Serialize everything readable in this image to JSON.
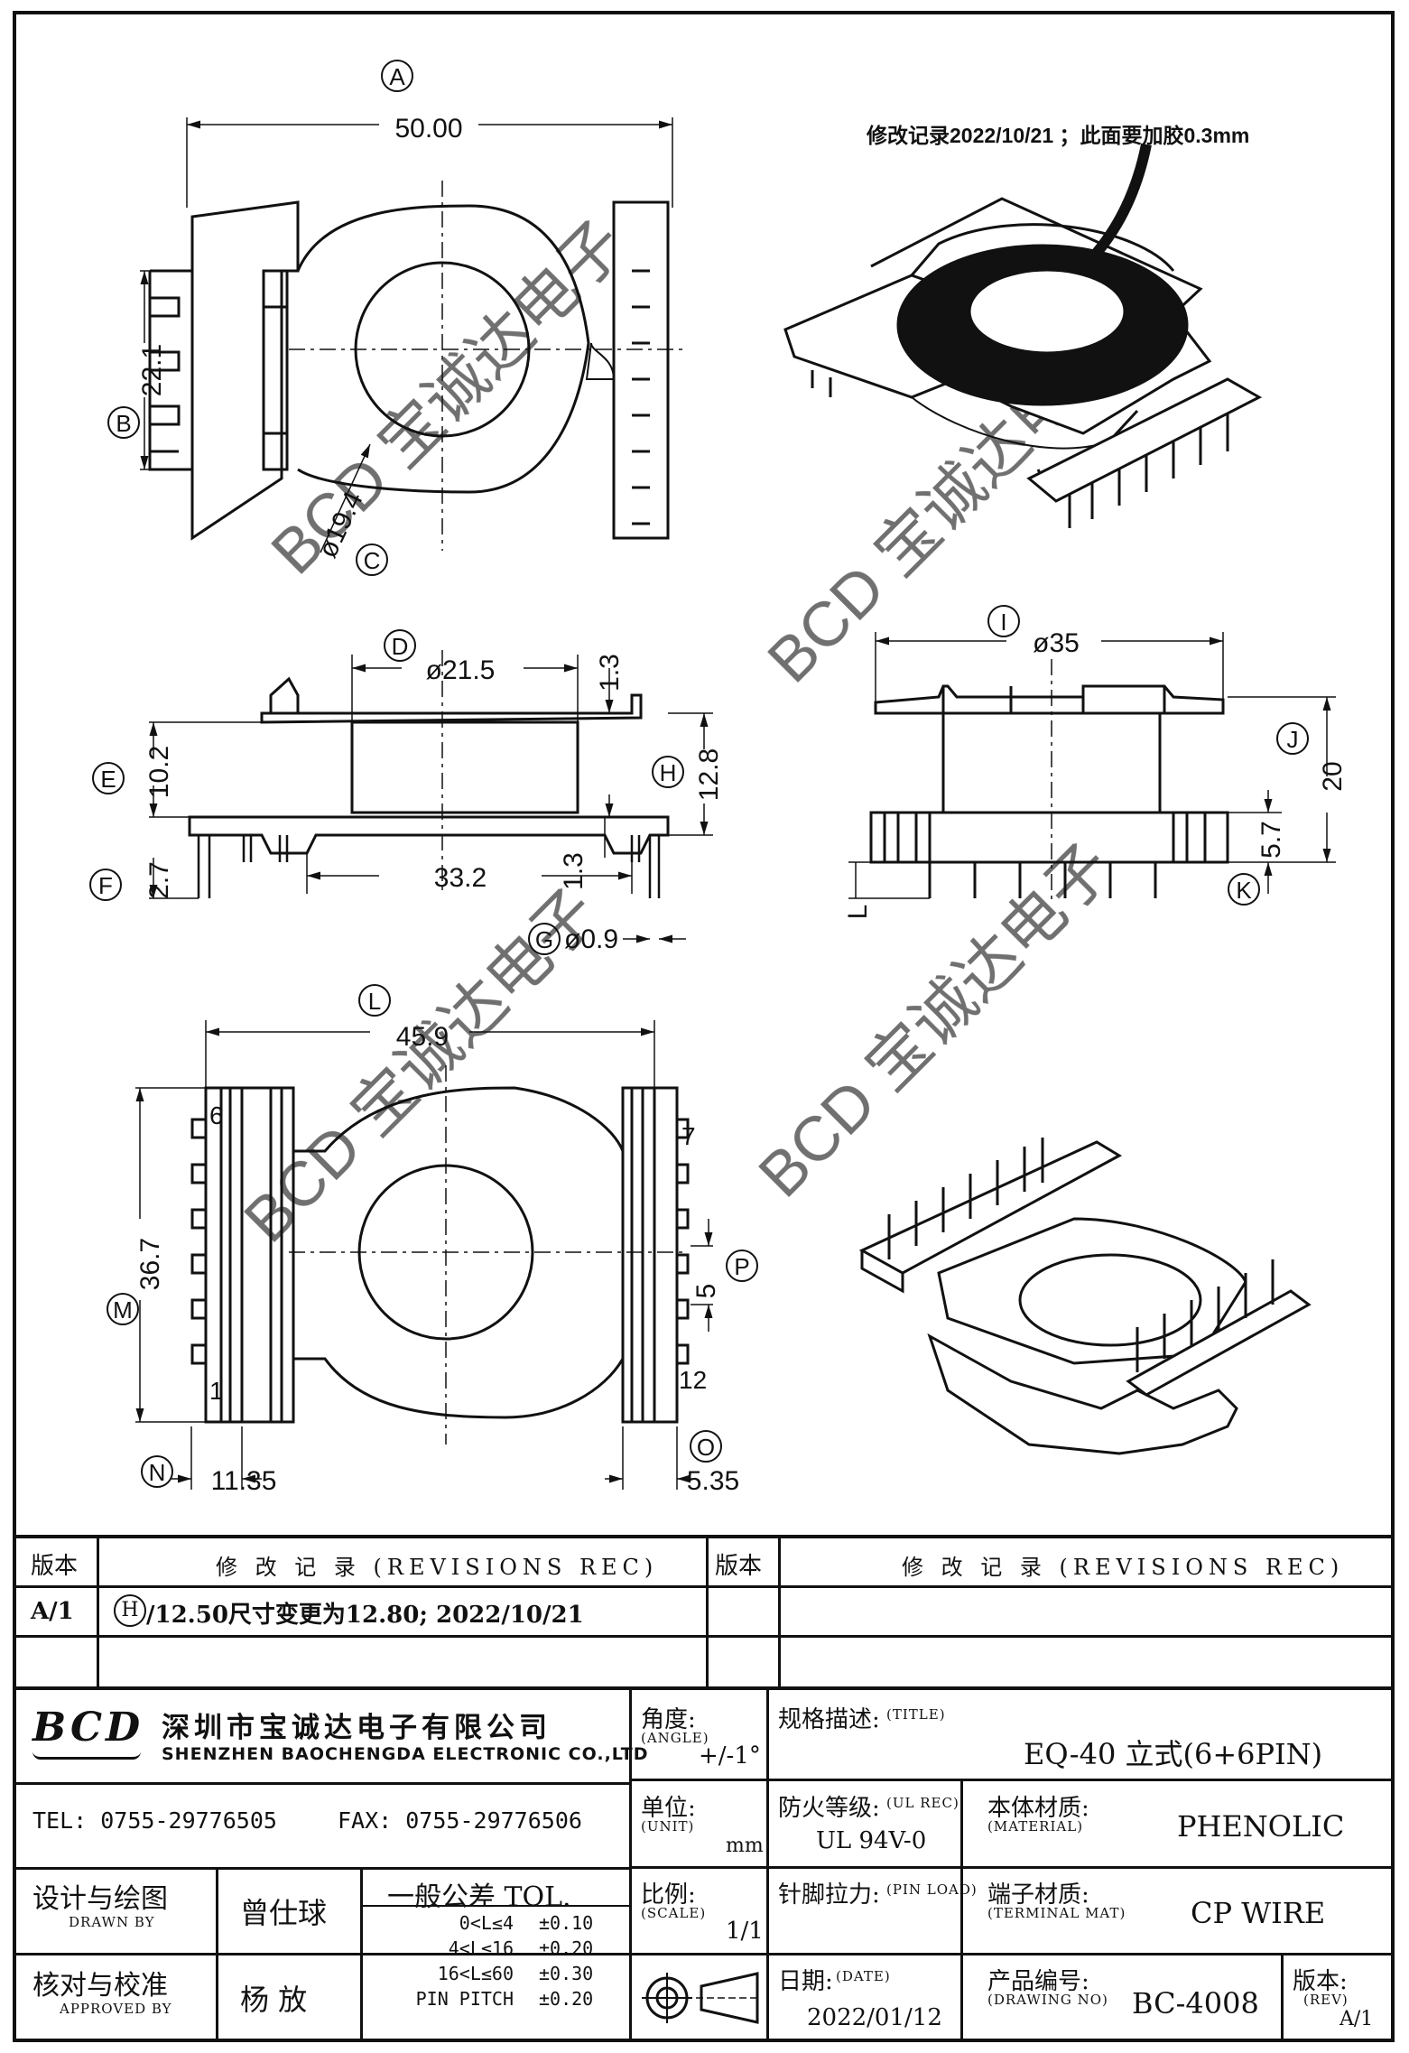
{
  "drawing": {
    "note": "修改记录2022/10/21 ；此面要加胶0.3mm",
    "watermark_text": "BCD 宝诚达电子",
    "dims": {
      "A": {
        "tag": "A",
        "value": "50.00"
      },
      "B": {
        "tag": "B",
        "value": "22.1"
      },
      "C": {
        "tag": "C",
        "value": "ø19.4"
      },
      "D": {
        "tag": "D",
        "value": "ø21.5"
      },
      "E": {
        "tag": "E",
        "value": "10.2"
      },
      "F": {
        "tag": "F",
        "value": "2.7"
      },
      "G": {
        "tag": "G",
        "value": "ø0.9"
      },
      "H": {
        "tag": "H",
        "value": "12.8"
      },
      "top13": "1.3",
      "bot13": "1.3",
      "w332": "33.2",
      "I": {
        "tag": "I",
        "value": "ø35"
      },
      "J": {
        "tag": "J",
        "value": "20"
      },
      "K": {
        "tag": "K",
        "value": "5.7"
      },
      "Lside": "L",
      "L": {
        "tag": "L",
        "value": "45.9"
      },
      "M": {
        "tag": "M",
        "value": "36.7"
      },
      "N": {
        "tag": "N",
        "value": "11.35"
      },
      "O": {
        "tag": "O",
        "value": "5.35"
      },
      "P": {
        "tag": "P",
        "value": "5"
      },
      "pins": {
        "p1": "1",
        "p6": "6",
        "p7": "7",
        "p12": "12"
      }
    }
  },
  "title_block": {
    "rev_header": "版本",
    "rev_record_header": "修 改 记 录  (REVISIONS REC)",
    "rev_header2": "版本",
    "rev_record_header2": "修 改 记 录  (REVISIONS REC)",
    "rev_row1_version": "A/1",
    "rev_row1_mark": "H",
    "rev_row1_text": "/12.50尺寸变更为12.80; 2022/10/21",
    "company_logo": "BCD",
    "company_cn": "深圳市宝诚达电子有限公司",
    "company_en": "SHENZHEN BAOCHENGDA ELECTRONIC CO.,LTD",
    "tel": "TEL: 0755-29776505",
    "fax": "FAX: 0755-29776506",
    "angle_label": "角度:",
    "angle_label_en": "(ANGLE)",
    "angle_value": "+/-1°",
    "title_label": "规格描述:",
    "title_label_en": "(TITLE)",
    "title_value": "EQ-40 立式(6+6PIN)",
    "unit_label": "单位:",
    "unit_label_en": "(UNIT)",
    "unit_value": "mm",
    "ul_label": "防火等级:",
    "ul_label_en": "(UL REC)",
    "ul_value": "UL 94V-0",
    "material_label": "本体材质:",
    "material_label_en": "(MATERIAL)",
    "material_value": "PHENOLIC",
    "drawn_label": "设计与绘图",
    "drawn_label_en": "DRAWN BY",
    "drawn_value": "曾仕球",
    "tol_header": "一般公差 TOL.",
    "tol_rows": [
      {
        "range": "0<L≤4",
        "tol": "±0.10"
      },
      {
        "range": "4<L≤16",
        "tol": "±0.20"
      },
      {
        "range": "16<L≤60",
        "tol": "±0.30"
      },
      {
        "range": "PIN PITCH",
        "tol": "±0.20"
      }
    ],
    "scale_label": "比例:",
    "scale_label_en": "(SCALE)",
    "scale_value": "1/1",
    "pinload_label": "针脚拉力:",
    "pinload_label_en": "(PIN LOAD)",
    "terminal_label": "端子材质:",
    "terminal_label_en": "(TERMINAL MAT)",
    "terminal_value": "CP WIRE",
    "approved_label": "核对与校准",
    "approved_label_en": "APPROVED BY",
    "approved_value": "杨  放",
    "date_label": "日期:",
    "date_label_en": "(DATE)",
    "date_value": "2022/01/12",
    "drawing_no_label": "产品编号:",
    "drawing_no_label_en": "(DRAWING NO)",
    "drawing_no_value": "BC-4008",
    "rev_label": "版本:",
    "rev_label_en": "(REV)",
    "rev_value": "A/1"
  }
}
